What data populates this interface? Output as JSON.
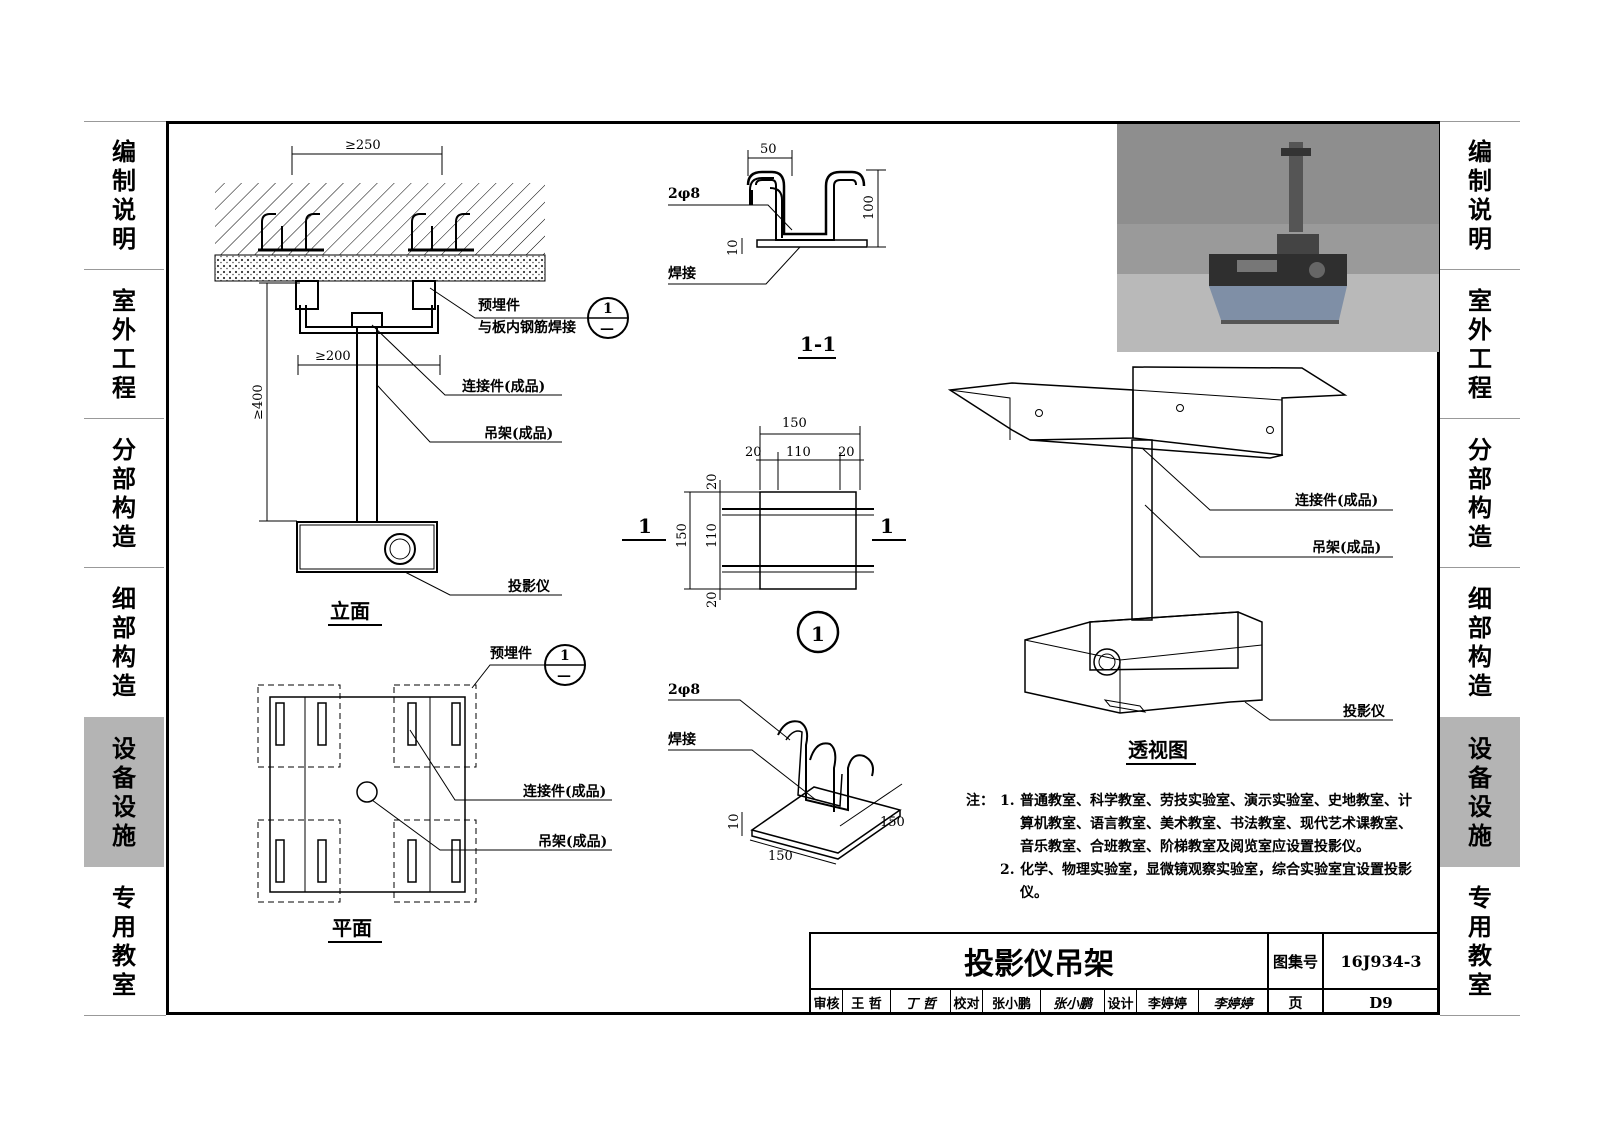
{
  "left_nav": [
    {
      "label": "编制说明",
      "active": false
    },
    {
      "label": "室外工程",
      "active": false
    },
    {
      "label": "分部构造",
      "active": false
    },
    {
      "label": "细部构造",
      "active": false
    },
    {
      "label": "设备设施",
      "active": true
    },
    {
      "label": "专用教室",
      "active": false
    }
  ],
  "right_nav": [
    {
      "label": "编制说明",
      "active": false
    },
    {
      "label": "室外工程",
      "active": false
    },
    {
      "label": "分部构造",
      "active": false
    },
    {
      "label": "细部构造",
      "active": false
    },
    {
      "label": "设备设施",
      "active": true
    },
    {
      "label": "专用教室",
      "active": false
    }
  ],
  "elevation": {
    "title": "立面",
    "dim_top": "≥250",
    "dim_mid": "≥200",
    "dim_height": "≥400",
    "label_embed_1": "预埋件",
    "label_embed_2": "与板内钢筋焊接",
    "label_connector": "连接件(成品)",
    "label_hanger": "吊架(成品)",
    "label_projector": "投影仪",
    "callout_num": "1",
    "callout_sub": "—"
  },
  "plan": {
    "title": "平面",
    "label_embed": "预埋件",
    "label_connector": "连接件(成品)",
    "label_hanger": "吊架(成品)",
    "callout_num": "1",
    "callout_sub": "—"
  },
  "section": {
    "title": "1-1",
    "dim_width": "50",
    "dim_height": "100",
    "dim_plate": "10",
    "label_bar": "2φ8",
    "label_weld": "焊接"
  },
  "detail": {
    "title_num": "1",
    "dim_total": "150",
    "dim_left": "20",
    "dim_mid": "110",
    "dim_right": "20",
    "dim_v_total": "150",
    "dim_v_top": "20",
    "dim_v_mid": "110",
    "dim_v_bottom": "20",
    "cut_left": "1",
    "cut_right": "1"
  },
  "iso_detail": {
    "label_bar": "2φ8",
    "label_weld": "焊接",
    "dim_thick": "10",
    "dim_w": "150",
    "dim_d": "150"
  },
  "perspective": {
    "title": "透视图",
    "label_connector": "连接件(成品)",
    "label_hanger": "吊架(成品)",
    "label_projector": "投影仪"
  },
  "notes": {
    "prefix": "注：",
    "items": [
      {
        "num": "1.",
        "text": "普通教室、科学教室、劳技实验室、演示实验室、史地教室、计算机教室、语言教室、美术教室、书法教室、现代艺术课教室、音乐教室、合班教室、阶梯教室及阅览室应设置投影仪。"
      },
      {
        "num": "2.",
        "text": "化学、物理实验室，显微镜观察实验室，综合实验室宜设置投影仪。"
      }
    ]
  },
  "title_block": {
    "title": "投影仪吊架",
    "atlas_label": "图集号",
    "atlas_no": "16J934-3",
    "page_label": "页",
    "page_no": "D9",
    "review_label": "审核",
    "reviewer": "王 哲",
    "reviewer_sig": "丁 哲",
    "check_label": "校对",
    "checker": "张小鹏",
    "checker_sig": "张小鹏",
    "design_label": "设计",
    "designer": "李婷婷",
    "designer_sig": "李婷婷"
  },
  "colors": {
    "nav_active": "#b4b4b4",
    "rule": "#999999",
    "ink": "#000000"
  }
}
